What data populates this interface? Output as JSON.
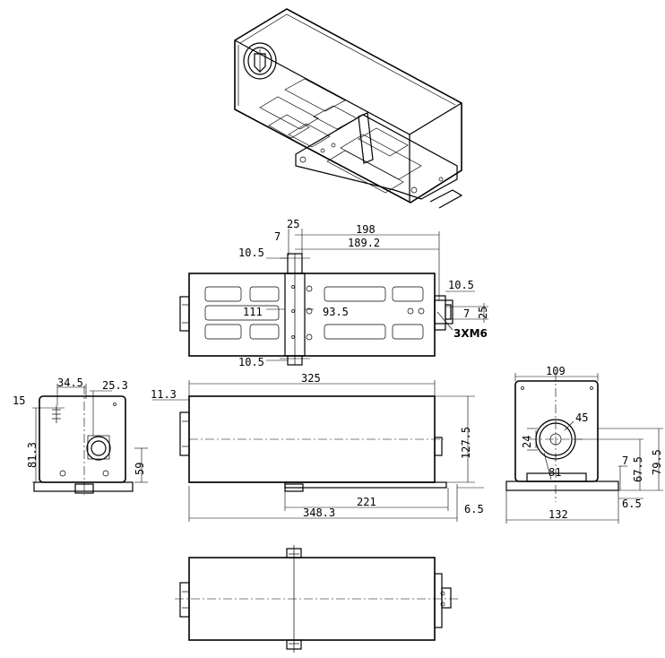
{
  "top_view": {
    "dims": {
      "d198": "198",
      "d189_2": "189.2",
      "d25_top": "25",
      "d7_top": "7",
      "d10_5_topleft": "10.5",
      "d10_5_bottom": "10.5",
      "d10_5_right": "10.5",
      "d7_right": "7",
      "d25_right": "25",
      "d111": "111",
      "d93_5": "93.5",
      "thread": "3XM6"
    }
  },
  "front_view": {
    "dims": {
      "d325": "325",
      "d11_3": "11.3",
      "d127_5": "127.5",
      "d221": "221",
      "d348_3": "348.3",
      "d6_5": "6.5"
    }
  },
  "left_view": {
    "dims": {
      "d15": "15",
      "d34_5": "34.5",
      "d25_3": "25.3",
      "d81_3": "81.3",
      "d59": "59"
    }
  },
  "right_view": {
    "dims": {
      "d109": "109",
      "d45": "45",
      "d24": "24",
      "d81": "81",
      "d7": "7",
      "d67_5": "67.5",
      "d79_5": "79.5",
      "d132": "132",
      "d6_5": "6.5"
    }
  }
}
